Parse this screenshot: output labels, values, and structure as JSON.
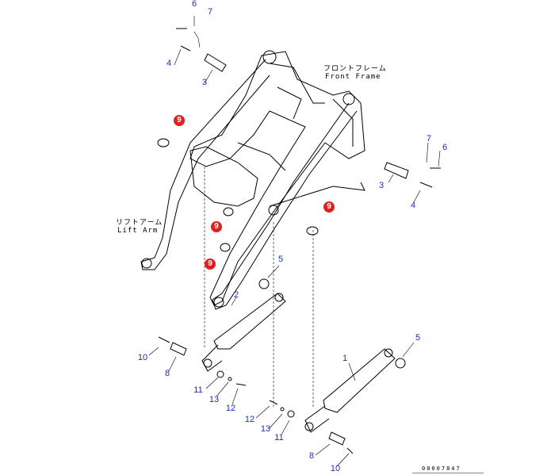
{
  "diagram": {
    "labels": {
      "front_frame_jp": "フロントフレーム",
      "front_frame_en": "Front Frame",
      "lift_arm_jp": "リフトアーム",
      "lift_arm_en": "Lift Arm"
    },
    "document_id": "00007847",
    "callouts": [
      {
        "num": "6"
      },
      {
        "num": "7"
      },
      {
        "num": "4"
      },
      {
        "num": "3"
      },
      {
        "num": "7"
      },
      {
        "num": "6"
      },
      {
        "num": "3"
      },
      {
        "num": "4"
      },
      {
        "num": "5"
      },
      {
        "num": "2"
      },
      {
        "num": "10"
      },
      {
        "num": "8"
      },
      {
        "num": "11"
      },
      {
        "num": "13"
      },
      {
        "num": "12"
      },
      {
        "num": "5"
      },
      {
        "num": "1"
      },
      {
        "num": "12"
      },
      {
        "num": "13"
      },
      {
        "num": "11"
      },
      {
        "num": "8"
      },
      {
        "num": "10"
      }
    ],
    "highlighted": [
      {
        "num": "9"
      },
      {
        "num": "9"
      },
      {
        "num": "9"
      },
      {
        "num": "9"
      }
    ],
    "highlight_color": "#e02020",
    "callout_color": "#1a2fb0"
  }
}
